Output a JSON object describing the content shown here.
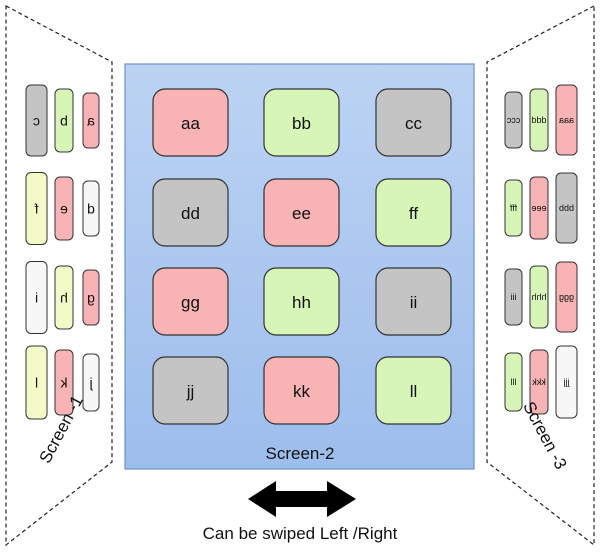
{
  "colors": {
    "red": "#f8b3b5",
    "green": "#d8f5b8",
    "gray": "#c4c4c4",
    "white": "#f7f7f7",
    "yellow": "#f4f9c8",
    "panel_fill": "#a9c6ef",
    "panel_stroke": "#6e8fc9"
  },
  "screen2": {
    "label": "Screen-2",
    "tiles": [
      {
        "text": "aa",
        "color": "red"
      },
      {
        "text": "bb",
        "color": "green"
      },
      {
        "text": "cc",
        "color": "gray"
      },
      {
        "text": "dd",
        "color": "gray"
      },
      {
        "text": "ee",
        "color": "red"
      },
      {
        "text": "ff",
        "color": "green"
      },
      {
        "text": "gg",
        "color": "red"
      },
      {
        "text": "hh",
        "color": "green"
      },
      {
        "text": "ii",
        "color": "gray"
      },
      {
        "text": "jj",
        "color": "gray"
      },
      {
        "text": "kk",
        "color": "red"
      },
      {
        "text": "ll",
        "color": "green"
      }
    ]
  },
  "screen1": {
    "label": "Screen -1",
    "tiles": [
      {
        "text": "c",
        "color": "gray"
      },
      {
        "text": "b",
        "color": "green"
      },
      {
        "text": "a",
        "color": "red"
      },
      {
        "text": "f",
        "color": "yellow"
      },
      {
        "text": "e",
        "color": "red"
      },
      {
        "text": "d",
        "color": "white"
      },
      {
        "text": "i",
        "color": "white"
      },
      {
        "text": "h",
        "color": "yellow"
      },
      {
        "text": "g",
        "color": "red"
      },
      {
        "text": "l",
        "color": "yellow"
      },
      {
        "text": "k",
        "color": "red"
      },
      {
        "text": "j",
        "color": "white"
      }
    ]
  },
  "screen3": {
    "label": "Screen -3",
    "tiles": [
      {
        "text": "ccc",
        "color": "gray"
      },
      {
        "text": "ddd",
        "color": "green"
      },
      {
        "text": "aaa",
        "color": "red"
      },
      {
        "text": "fff",
        "color": "green"
      },
      {
        "text": "eee",
        "color": "red"
      },
      {
        "text": "bbb",
        "color": "gray"
      },
      {
        "text": "iii",
        "color": "gray"
      },
      {
        "text": "hhh",
        "color": "green"
      },
      {
        "text": "ggg",
        "color": "red"
      },
      {
        "text": "lll",
        "color": "green"
      },
      {
        "text": "kkk",
        "color": "red"
      },
      {
        "text": "jjj",
        "color": "white"
      }
    ]
  },
  "caption": "Can be swiped Left /Right"
}
